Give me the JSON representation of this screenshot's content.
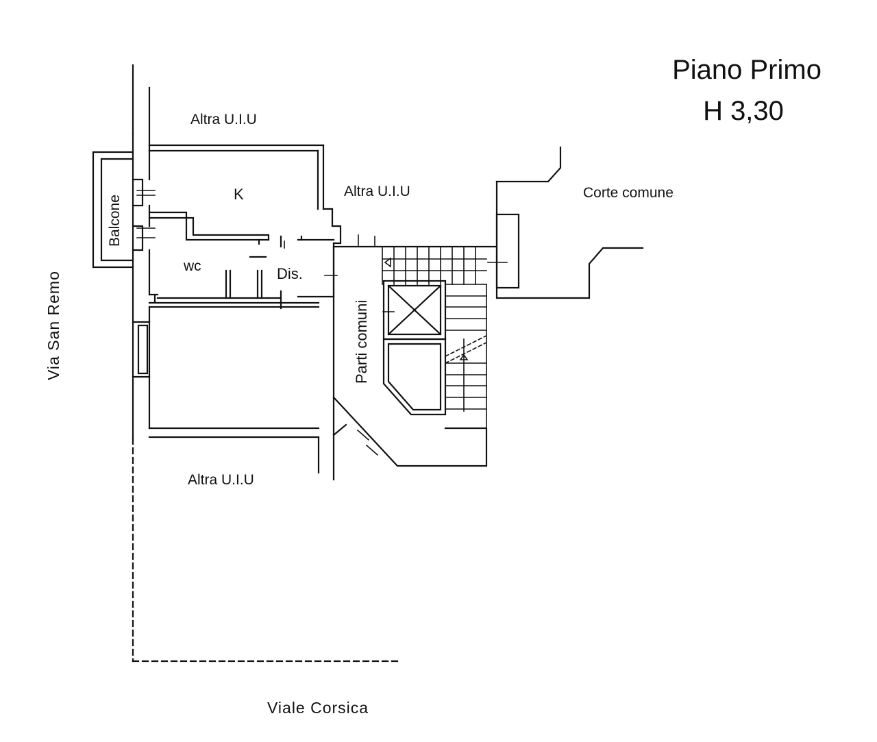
{
  "title": {
    "floor": "Piano Primo",
    "height": "H  3,30"
  },
  "labels": {
    "altra_top": "Altra U.I.U",
    "altra_mid": "Altra U.I.U",
    "altra_bottom": "Altra U.I.U",
    "corte": "Corte comune",
    "balcone": "Balcone",
    "kitchen": "K",
    "wc": "wc",
    "dis": "Dis.",
    "parti_comuni": "Parti comuni"
  },
  "streets": {
    "left": "Via  San  Remo",
    "bottom": "Viale   Corsica"
  }
}
